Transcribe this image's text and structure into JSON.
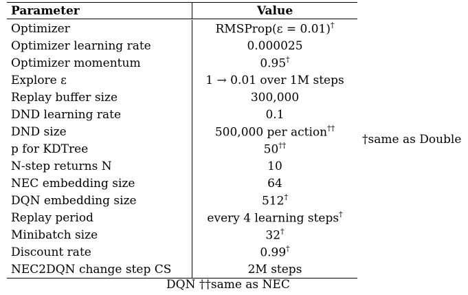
{
  "table": {
    "headers": [
      "Parameter",
      "Value"
    ],
    "rows": [
      {
        "param": "Optimizer",
        "value": "RMSProp(ε = 0.01)",
        "mark": "†"
      },
      {
        "param": "Optimizer learning rate",
        "value": "0.000025",
        "mark": ""
      },
      {
        "param": "Optimizer momentum",
        "value": "0.95",
        "mark": "†"
      },
      {
        "param": "Explore ε",
        "value": "1 → 0.01 over 1M steps",
        "mark": ""
      },
      {
        "param": "Replay buffer size",
        "value": "300,000",
        "mark": ""
      },
      {
        "param": "DND learning rate",
        "value": "0.1",
        "mark": ""
      },
      {
        "param": "DND size",
        "value": "500,000 per action",
        "mark": "††"
      },
      {
        "param": "p for KDTree",
        "value": "50",
        "mark": "††"
      },
      {
        "param": "N-step returns N",
        "value": "10",
        "mark": ""
      },
      {
        "param": "NEC embedding size",
        "value": "64",
        "mark": ""
      },
      {
        "param": "DQN embedding size",
        "value": "512",
        "mark": "†"
      },
      {
        "param": "Replay period",
        "value": "every 4 learning steps",
        "mark": "†"
      },
      {
        "param": "Minibatch size",
        "value": "32",
        "mark": "†"
      },
      {
        "param": "Discount rate",
        "value": "0.99",
        "mark": "†"
      },
      {
        "param": "NEC2DQN change step CS",
        "value": "2M steps",
        "mark": ""
      }
    ]
  },
  "footnotes": {
    "right": "†same as Double",
    "bottom": "DQN  ††same as NEC"
  }
}
